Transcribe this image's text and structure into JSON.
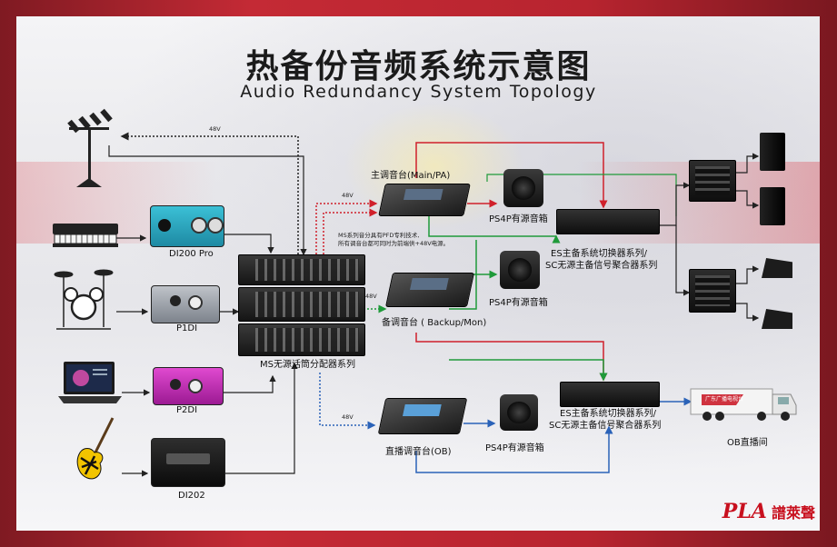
{
  "title": "热备份音频系统示意图",
  "subtitle": "Audio Redundancy System Topology",
  "sources": {
    "di200": "DI200 Pro",
    "p1di": "P1DI",
    "p2di": "P2DI",
    "di202": "DI202"
  },
  "splitter_label": "MS无源话筒分配器系列",
  "note_line1": "MS系列音分具有PFD专利技术,",
  "note_line2": "所有调音台都可同时为前端供+48V电源。",
  "v48": "48V",
  "consoles": {
    "main": "主调音台(Main/PA)",
    "backup": "备调音台 ( Backup/Mon)",
    "ob": "直播调音台(OB)"
  },
  "speaker_label": "PS4P有源音箱",
  "switcher_line1": "ES主备系统切换器系列/",
  "switcher_line2": "SC无源主备信号聚合器系列",
  "ob_van": "OB直播间",
  "van_text": "广东广播电视台",
  "logo_pla": "PLA",
  "logo_cn": "譜萊聲",
  "colors": {
    "red": "#d0202b",
    "green": "#1f9a3a",
    "blue": "#2a62b8",
    "black": "#222222"
  }
}
